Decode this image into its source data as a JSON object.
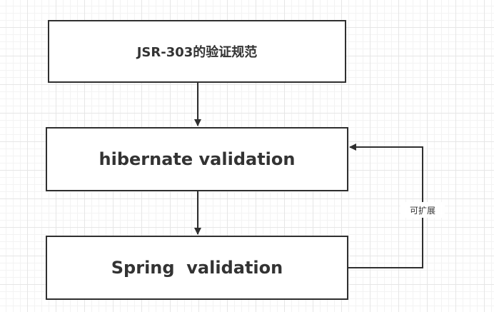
{
  "diagram": {
    "nodes": [
      {
        "id": "jsr303",
        "label": "JSR-303的验证规范"
      },
      {
        "id": "hibernate",
        "label": "hibernate validation"
      },
      {
        "id": "spring",
        "label": "Spring  validation"
      }
    ],
    "edges": [
      {
        "from": "jsr303",
        "to": "hibernate",
        "label": ""
      },
      {
        "from": "hibernate",
        "to": "spring",
        "label": ""
      },
      {
        "from": "spring",
        "to": "hibernate",
        "label": "可扩展"
      }
    ],
    "colors": {
      "stroke": "#2f2f2f",
      "text": "#333333",
      "grid": "#e6e6e6"
    }
  }
}
